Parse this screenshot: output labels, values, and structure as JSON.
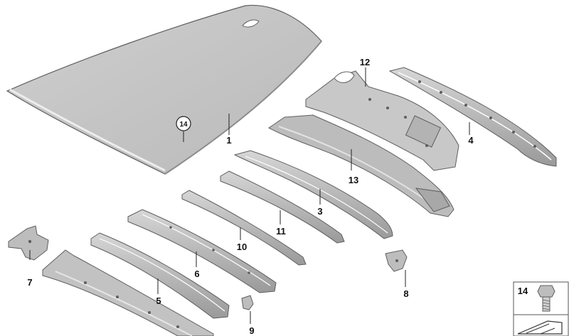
{
  "diagram": {
    "part_numbers": {
      "roof_panel": "1",
      "rear_panel_13": "13",
      "rear_frame_12": "12",
      "rear_rail_4": "4",
      "roof_bow_3": "3",
      "roof_bow_11": "11",
      "roof_bow_10": "10",
      "roof_bow_6": "6",
      "front_rail_5": "5",
      "bracket_7": "7",
      "bracket_8": "8",
      "bracket_9": "9",
      "callout_14": "14"
    },
    "legend": {
      "item_number": "14"
    },
    "colors": {
      "metal_fill": "#c4c4c4",
      "metal_dark": "#8c8c8c",
      "outline": "#5e5e5e",
      "label": "#111111"
    }
  }
}
